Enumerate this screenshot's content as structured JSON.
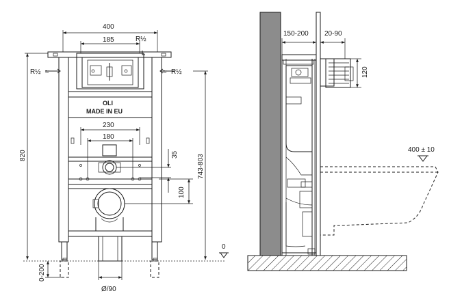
{
  "front_view": {
    "brand": "OLI",
    "made_in": "MADE IN EU",
    "dim_width": "400",
    "dim_plate": "185",
    "dim_fix_outer": "230",
    "dim_fix_inner": "180",
    "dim_height": "820",
    "dim_outlet_range": "743-803",
    "dim_offset_35": "35",
    "dim_offset_100": "100",
    "dim_leg": "0-200",
    "dim_pipe": "Ø/90",
    "conn_left": "R½",
    "conn_right": "R½",
    "conn_top": "R½",
    "floor_level": "0"
  },
  "side_view": {
    "dim_depth": "150-200",
    "dim_panel": "20-90",
    "dim_120": "120",
    "dim_bowl": "400 ± 10"
  }
}
